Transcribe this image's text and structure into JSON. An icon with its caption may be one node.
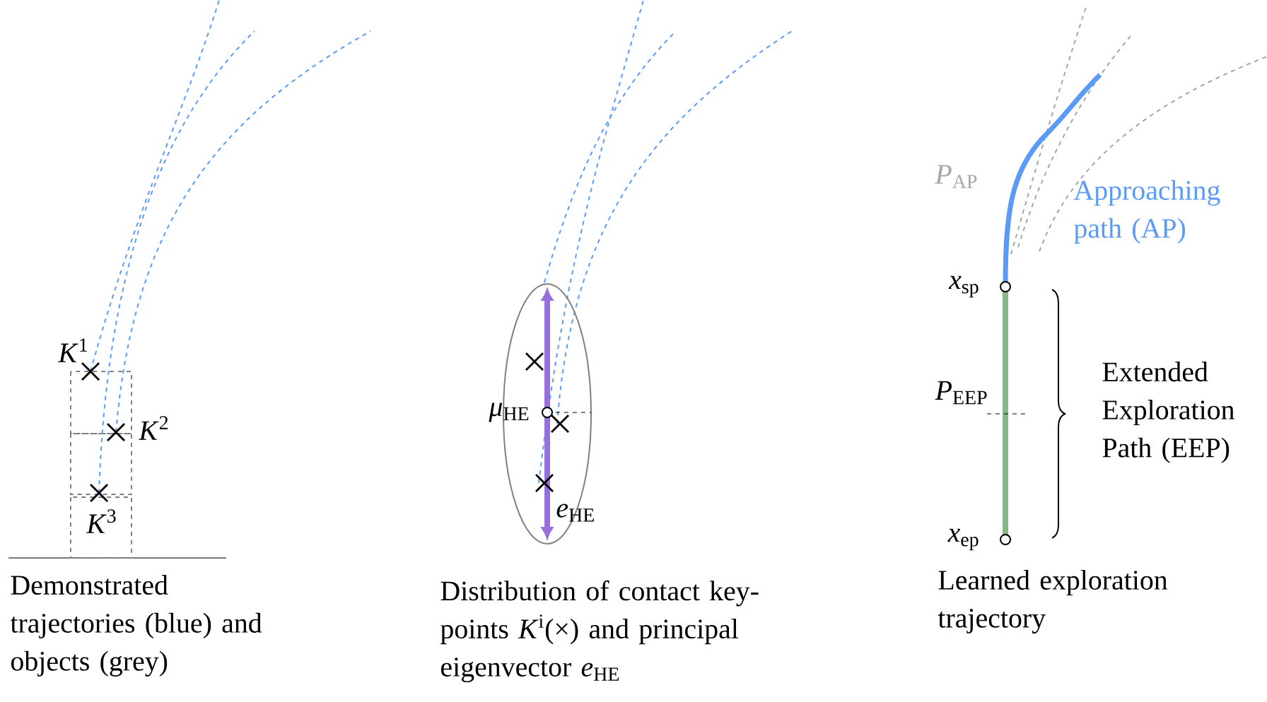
{
  "diagram": {
    "labels": [
      "*K*$^{1}$",
      "*K*$^{2}$",
      "*K*$^{3}$",
      "*μ*$_{HE}$",
      "*e*$_{HE}$",
      "*P*$_{AP}$",
      "Approaching path (AP)",
      "*x*$_{sp}$",
      "*P*$_{EEP}$",
      "Extended Exploration Path (EEP)",
      "*x*$_{ep}$",
      "Demonstrated trajectories (blue) and objects (grey)",
      "Distribution of contact key-points *K*$^{i}$(×) and principal eigenvector *e*$_{HE}$",
      "Learned exploration trajectory"
    ]
  }
}
